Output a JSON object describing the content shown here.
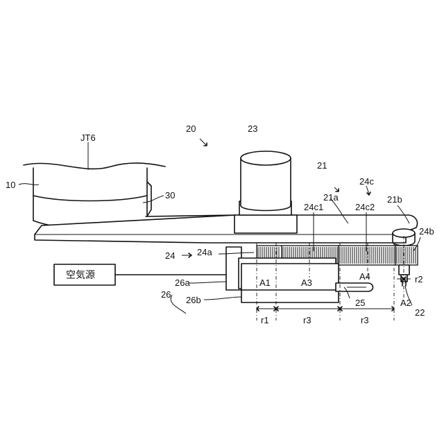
{
  "figure": {
    "labels": {
      "jt6": "JT6",
      "n20": "20",
      "n23": "23",
      "n21": "21",
      "n10": "10",
      "n30": "30",
      "n21a": "21a",
      "n24c": "24c",
      "n24c1": "24c1",
      "n24c2": "24c2",
      "n21b": "21b",
      "n24b": "24b",
      "n24": "24",
      "n24a": "24a",
      "air_source": "空気源",
      "n26a": "26a",
      "n26": "26",
      "n26b": "26b",
      "a1": "A1",
      "a3": "A3",
      "a4": "A4",
      "n25": "25",
      "a2": "A2",
      "n22": "22",
      "r1": "r1",
      "r3a": "r3",
      "r3b": "r3",
      "r2": "r2"
    }
  }
}
